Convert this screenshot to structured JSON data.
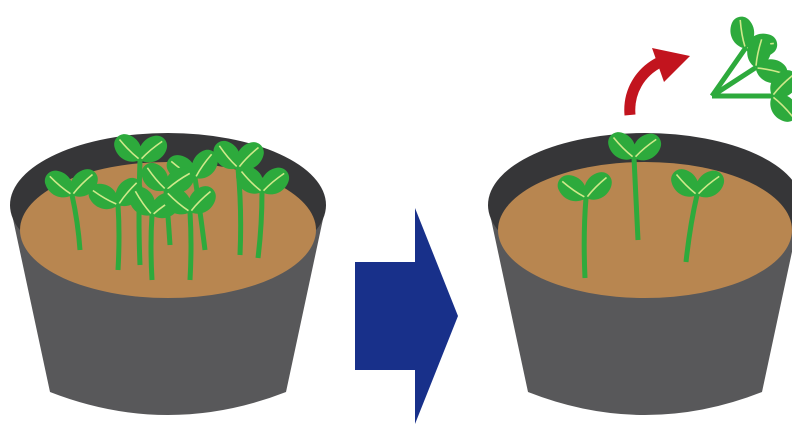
{
  "diagram": {
    "steps": [
      {
        "id": "before",
        "seedling_count": 9,
        "state": "crowded seedlings in pot"
      },
      {
        "id": "after",
        "seedling_count": 3,
        "state": "thinned seedlings in pot"
      }
    ],
    "transition": "arrow-right",
    "removed": "pulled-seedlings",
    "colors": {
      "pot": "#58585a",
      "pot_rim_inner": "#363638",
      "soil": "#b88650",
      "leaf": "#2daa3c",
      "leaf_vein": "#cfe98a",
      "stem": "#2daa3c",
      "transition_arrow": "#18308a",
      "removal_arrow": "#c2141e"
    }
  }
}
